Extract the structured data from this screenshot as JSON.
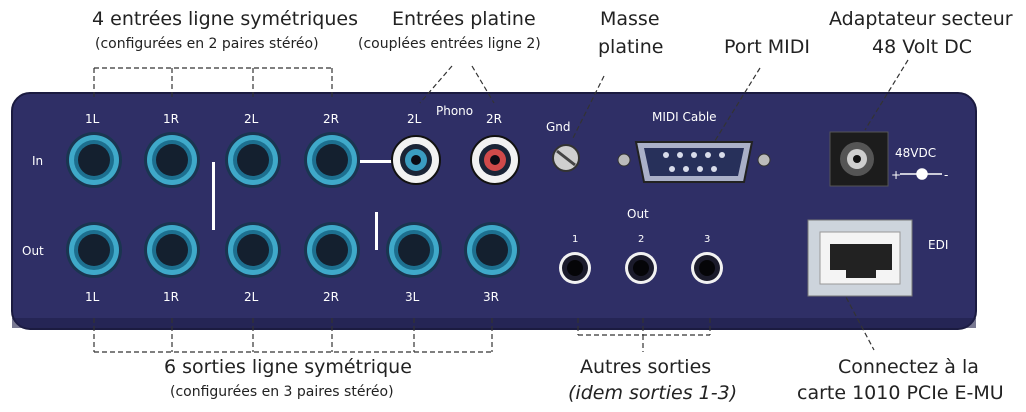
{
  "callouts": {
    "inputs_title": "4 entrées ligne symétriques",
    "inputs_sub": "(configurées en 2 paires stéréo)",
    "phono_title": "Entrées platine",
    "phono_sub": "(couplées entrées ligne 2)",
    "masse_1": "Masse",
    "masse_2": "platine",
    "midi": "Port MIDI",
    "adapter_1": "Adaptateur secteur",
    "adapter_2": "48 Volt DC",
    "outputs_title": "6  sorties ligne symétrique",
    "outputs_sub": "(configurées en 3 paires stéréo)",
    "other_title": "Autres sorties",
    "other_sub": "(idem sorties 1-3)",
    "connect_1": "Connectez à la",
    "connect_2": "carte 1010 PCIe E-MU"
  },
  "panel": {
    "row_in": "In",
    "row_out": "Out",
    "in_labels": [
      "1L",
      "1R",
      "2L",
      "2R"
    ],
    "out_labels": [
      "1L",
      "1R",
      "2L",
      "2R",
      "3L",
      "3R"
    ],
    "phono_left": "2L",
    "phono": "Phono",
    "phono_right": "2R",
    "gnd": "Gnd",
    "midi_cable": "MIDI Cable",
    "dc": "48VDC",
    "aux_out": "Out",
    "aux_labels": [
      "1",
      "2",
      "3"
    ],
    "edi": "EDI"
  },
  "colors": {
    "panel": "#2f2f66",
    "jack_ring": "#3fa9c9",
    "rca_ring": "#e8e8e8",
    "annotation": "#222222"
  }
}
